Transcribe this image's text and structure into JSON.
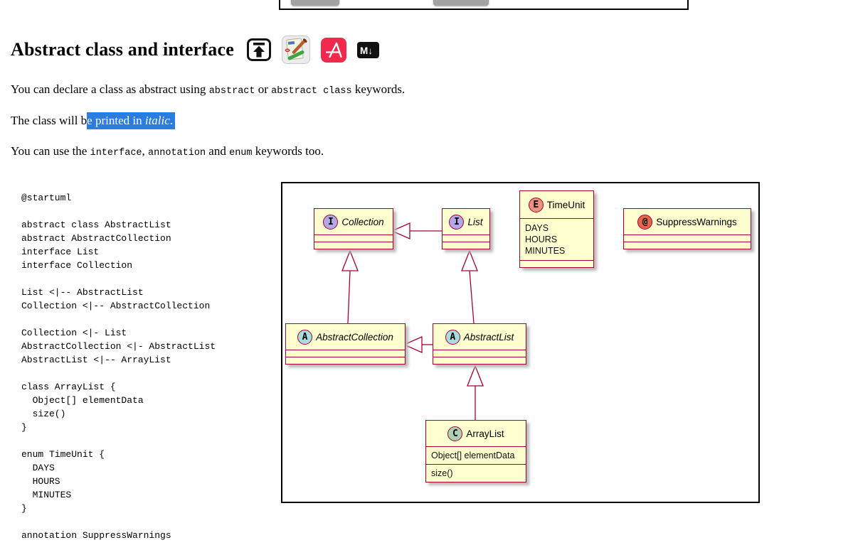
{
  "heading": {
    "text": "Abstract class and interface"
  },
  "icons": {
    "upload": "upload-icon",
    "edit": "edit-icon",
    "asciidoc": "asciidoc-icon",
    "markdown": "markdown-icon",
    "markdown_label": "M↓"
  },
  "paragraphs": {
    "p1_pre": "You can declare a class as abstract using ",
    "p1_code1": "abstract",
    "p1_mid": " or ",
    "p1_code2": "abstract class",
    "p1_post": " keywords.",
    "p2_pre": "The class will b",
    "p2_sel1": "e printed in ",
    "p2_sel_italic": "italic",
    "p2_sel2": ".",
    "p3_pre": "You can use the ",
    "p3_code1": "interface",
    "p3_mid1": ", ",
    "p3_code2": "annotation",
    "p3_mid2": " and ",
    "p3_code3": "enum",
    "p3_post": " keywords too."
  },
  "code": "@startuml\n\nabstract class AbstractList\nabstract AbstractCollection\ninterface List\ninterface Collection\n\nList <|-- AbstractList\nCollection <|-- AbstractCollection\n\nCollection <|- List\nAbstractCollection <|- AbstractList\nAbstractList <|-- ArrayList\n\nclass ArrayList {\n  Object[] elementData\n  size()\n}\n\nenum TimeUnit {\n  DAYS\n  HOURS\n  MINUTES\n}\n\nannotation SuppressWarnings",
  "diagram": {
    "collection": {
      "spot": "I",
      "name": "Collection"
    },
    "list": {
      "spot": "I",
      "name": "List"
    },
    "timeunit": {
      "spot": "E",
      "name": "TimeUnit",
      "fields": [
        "DAYS",
        "HOURS",
        "MINUTES"
      ]
    },
    "suppresswarnings": {
      "spot": "@",
      "name": "SuppressWarnings"
    },
    "abstractcollection": {
      "spot": "A",
      "name": "AbstractCollection"
    },
    "abstractlist": {
      "spot": "A",
      "name": "AbstractList"
    },
    "arraylist": {
      "spot": "C",
      "name": "ArrayList",
      "field": "Object[] elementData",
      "method": "size()"
    }
  },
  "colors": {
    "uml_background": "#FEFECE",
    "uml_border": "#A80036",
    "spot_interface": "#B4A7E5",
    "spot_abstract": "#A9DCDF",
    "spot_class": "#ADD1B2",
    "spot_enum": "#EB937F",
    "spot_annotation": "#E2684A",
    "selection_background": "#2B7CE0",
    "asciidoc_red": "#F1294C"
  }
}
